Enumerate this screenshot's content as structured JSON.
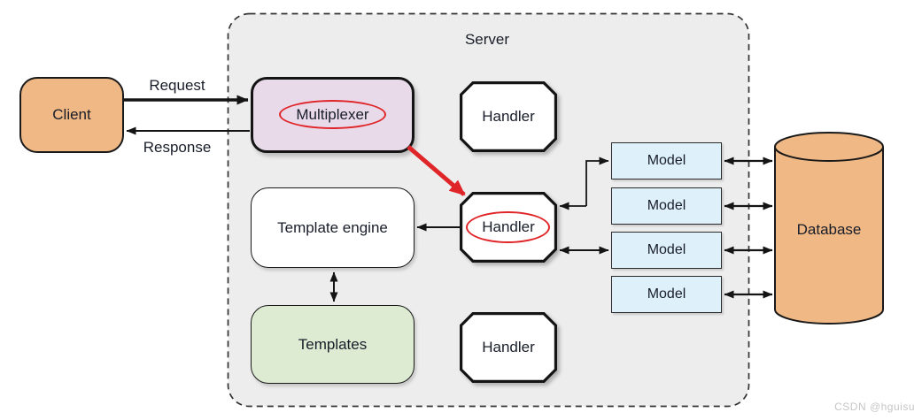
{
  "diagram": {
    "server_label": "Server",
    "nodes": {
      "client": "Client",
      "multiplexer": "Multiplexer",
      "handler_top": "Handler",
      "handler_middle": "Handler",
      "handler_bottom": "Handler",
      "template_engine": "Template engine",
      "templates": "Templates",
      "models": [
        "Model",
        "Model",
        "Model",
        "Model"
      ],
      "database": "Database"
    },
    "edge_labels": {
      "request": "Request",
      "response": "Response"
    },
    "colors": {
      "client_fill": "#F0B884",
      "database_fill": "#F0B884",
      "multiplexer_fill": "#E9DAEA",
      "templates_fill": "#DCEBD2",
      "model_fill": "#DEF1FB",
      "server_fill": "#EDEDED",
      "highlight_red": "#E02528",
      "border_dark": "#1A1A1A"
    },
    "watermark": "CSDN @hguisu"
  }
}
